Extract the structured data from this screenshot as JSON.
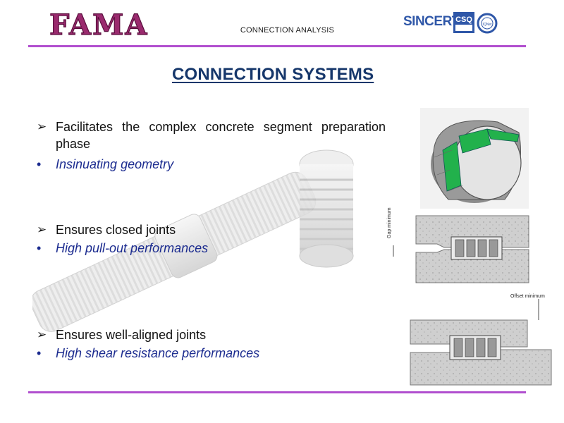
{
  "header": {
    "logo_text": "FAMA",
    "title": "CONNECTION ANALYSIS",
    "cert_logo_text": "SINCERT",
    "cert_badge_text": "CSQ",
    "cert_ring_text": "IQNet"
  },
  "main_title": "CONNECTION SYSTEMS",
  "bullets": [
    {
      "marker": "➢",
      "text": "Facilitates the complex concrete segment preparation phase",
      "sub_marker": "•",
      "sub": "Insinuating geometry"
    },
    {
      "marker": "➢",
      "text": "Ensures closed joints",
      "sub_marker": "•",
      "sub": "High pull-out performances"
    },
    {
      "marker": "➢",
      "text": "Ensures well-aligned joints",
      "sub_marker": "•",
      "sub": "High shear resistance performances"
    }
  ],
  "diagrams": {
    "gap_label": "Gap minimum",
    "offset_label": "Offset minimum"
  },
  "colors": {
    "rule": "#b14fcf",
    "title": "#16376b",
    "subtext": "#1b2b8f",
    "logo_fama": "#8e1f63",
    "segment_green": "#22b14c"
  }
}
